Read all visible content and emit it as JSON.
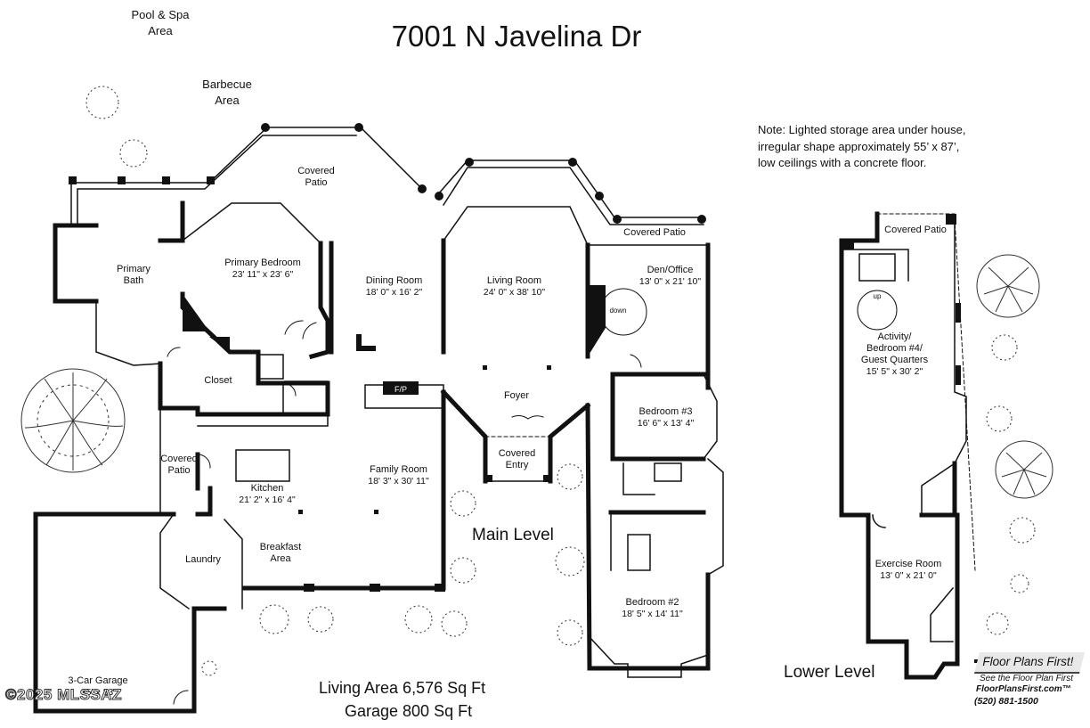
{
  "title": "7001 N Javelina Dr",
  "note": {
    "lines": [
      "Note:   Lighted storage area under house,",
      "irregular shape approximately 55’ x 87’,",
      "low ceilings with a concrete floor."
    ]
  },
  "outdoor": {
    "pool": [
      "Pool & Spa",
      "Area"
    ],
    "barbecue": [
      "Barbecue",
      "Area"
    ]
  },
  "rooms": {
    "covered_patio_main": [
      "Covered",
      "Patio"
    ],
    "primary_bath": [
      "Primary",
      "Bath"
    ],
    "primary_bedroom": {
      "name": "Primary Bedroom",
      "dims": "23' 11\" x 23' 6\""
    },
    "dining_room": {
      "name": "Dining Room",
      "dims": "18' 0\" x 16' 2\""
    },
    "living_room": {
      "name": "Living Room",
      "dims": "24' 0\" x 38' 10\""
    },
    "covered_patio_den": "Covered Patio",
    "den_office": {
      "name": "Den/Office",
      "dims": "13' 0\" x 21' 10\""
    },
    "down": "down",
    "closet": "Closet",
    "fp": "F/P",
    "foyer": "Foyer",
    "bedroom3": {
      "name": "Bedroom #3",
      "dims": "16' 6\" x 13' 4\""
    },
    "covered_entry": [
      "Covered",
      "Entry"
    ],
    "covered_patio_kitchen": [
      "Covered",
      "Patio"
    ],
    "kitchen": {
      "name": "Kitchen",
      "dims": "21' 2\" x 16' 4\""
    },
    "family_room": {
      "name": "Family Room",
      "dims": "18' 3\" x 30' 11\""
    },
    "laundry": "Laundry",
    "breakfast": [
      "Breakfast",
      "Area"
    ],
    "bedroom2": {
      "name": "Bedroom #2",
      "dims": "18' 5\" x 14' 11\""
    },
    "garage": {
      "name": "3-Car Garage",
      "dims": "35' x 33'"
    },
    "covered_patio_lower": "Covered Patio",
    "up": "up",
    "activity": [
      "Activity/",
      "Bedroom #4/",
      "Guest Quarters",
      "15' 5\" x 30' 2\""
    ],
    "exercise": {
      "name": "Exercise Room",
      "dims": "13' 0\" x 21' 0\""
    }
  },
  "levels": {
    "main": "Main Level",
    "lower": "Lower Level"
  },
  "area": {
    "living": "Living Area 6,576 Sq Ft",
    "garage": "Garage 800 Sq Ft"
  },
  "brand": {
    "logo": "Floor Plans First!",
    "tagline": "See the Floor Plan First",
    "website": "FloorPlansFirst.com™",
    "phone": "(520) 881-1500"
  },
  "copyright": "©2025 MLSSAZ"
}
